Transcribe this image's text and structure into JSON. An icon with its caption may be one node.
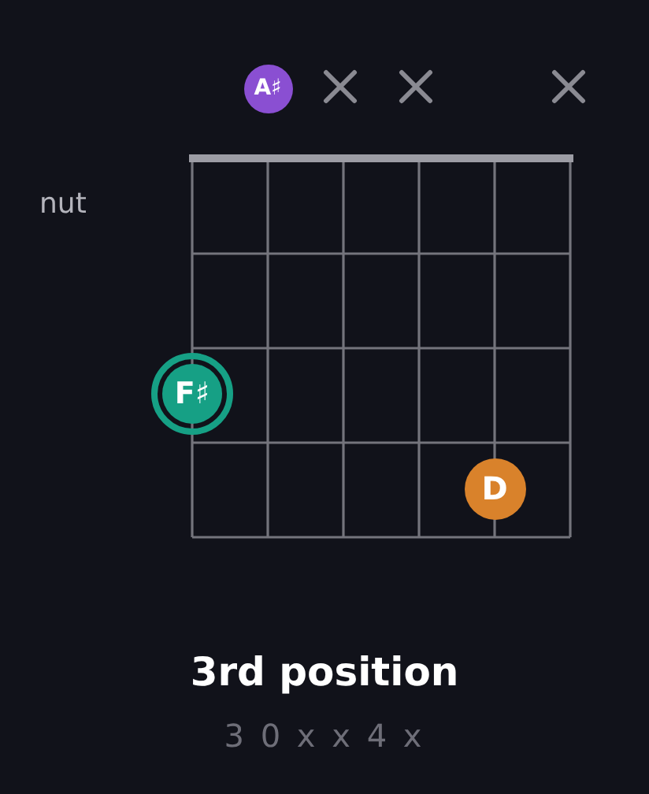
{
  "diagram": {
    "title": "3rd position",
    "caption": "3 0 x x 4 x",
    "nodes": [
      {
        "text": [
          "A♯"
        ]
      },
      {
        "text": [
          "F♯"
        ]
      },
      {
        "text": [
          "D"
        ]
      }
    ],
    "labels": [
      "nut"
    ]
  }
}
